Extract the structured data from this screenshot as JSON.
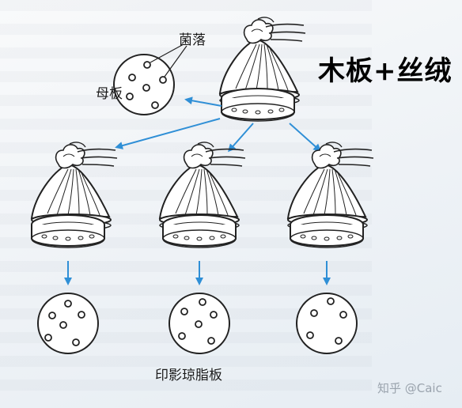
{
  "title": "木板+丝绒",
  "labels": {
    "master_plate": "母板",
    "colonies": "菌落",
    "replica_plates": "印影琼脂板"
  },
  "watermark": "知乎 @Caic",
  "colors": {
    "arrow": "#2f8fd6",
    "ink": "#222222"
  },
  "icons": [
    "velvet-stamp-icon",
    "agar-plate-icon",
    "colony-dot-icon",
    "arrow-icon"
  ]
}
